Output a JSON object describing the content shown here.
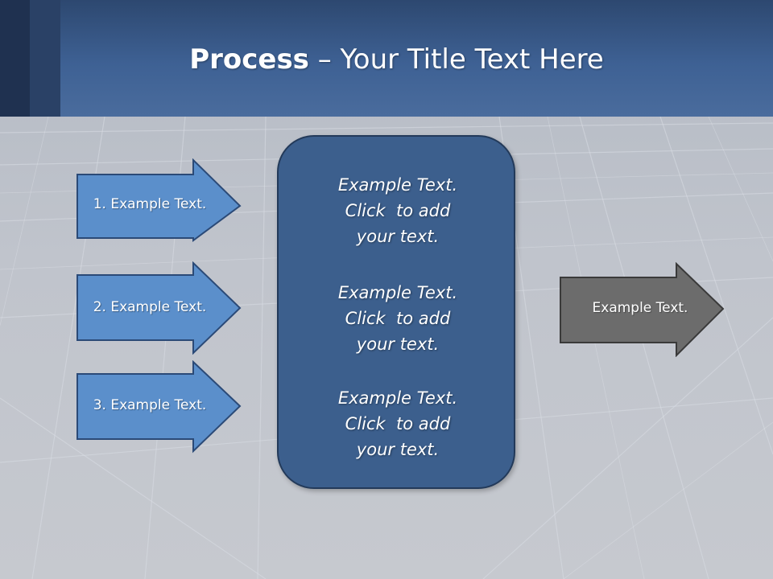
{
  "title": {
    "bold": "Process",
    "rest": " – Your Title Text Here"
  },
  "input_arrows": [
    {
      "label": "1. Example Text."
    },
    {
      "label": "2. Example Text."
    },
    {
      "label": "3. Example Text."
    }
  ],
  "center_box": {
    "blocks": [
      {
        "line1": "Example Text.",
        "line2": "Click  to add",
        "line3": "your text."
      },
      {
        "line1": "Example Text.",
        "line2": "Click  to add",
        "line3": "your text."
      },
      {
        "line1": "Example Text.",
        "line2": "Click  to add",
        "line3": "your text."
      }
    ]
  },
  "output_arrow": {
    "label": "Example Text."
  },
  "colors": {
    "header": "#3e6194",
    "input_arrow_fill": "#5b8fcb",
    "input_arrow_border": "#2b4a77",
    "center_box_fill": "#3c5f8d",
    "output_arrow_fill": "#6c6c6c",
    "output_arrow_border": "#3a3a3a",
    "background": "#c0c4cc"
  }
}
